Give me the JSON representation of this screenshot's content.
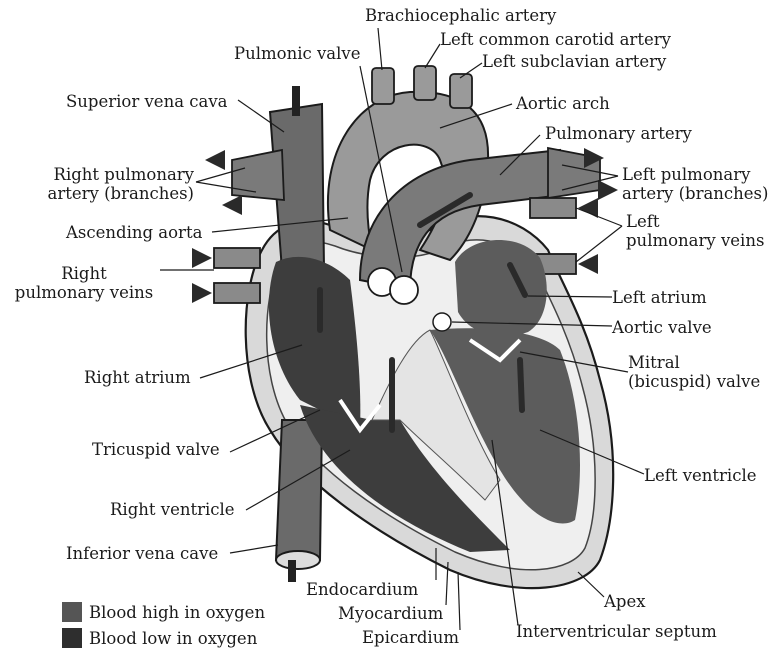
{
  "labels": {
    "brachiocephalic_artery": "Brachiocephalic artery",
    "left_common_carotid_artery": "Left common carotid artery",
    "pulmonic_valve": "Pulmonic valve",
    "left_subclavian_artery": "Left subclavian artery",
    "superior_vena_cava": "Superior vena cava",
    "aortic_arch": "Aortic arch",
    "pulmonary_artery": "Pulmonary artery",
    "right_pulmonary_artery_line1": "Right pulmonary",
    "right_pulmonary_artery_line2": "artery (branches)",
    "left_pulmonary_artery_line1": "Left pulmonary",
    "left_pulmonary_artery_line2": "artery (branches)",
    "ascending_aorta": "Ascending aorta",
    "left_pulmonary_veins_line1": "Left",
    "left_pulmonary_veins_line2": "pulmonary veins",
    "right_pulmonary_veins_line1": "Right",
    "right_pulmonary_veins_line2": "pulmonary veins",
    "left_atrium": "Left atrium",
    "aortic_valve": "Aortic valve",
    "right_atrium": "Right atrium",
    "mitral_valve_line1": "Mitral",
    "mitral_valve_line2": "(bicuspid) valve",
    "tricuspid_valve": "Tricuspid valve",
    "left_ventricle": "Left ventricle",
    "right_ventricle": "Right ventricle",
    "inferior_vena_cava": "Inferior vena cave",
    "endocardium": "Endocardium",
    "myocardium": "Myocardium",
    "apex": "Apex",
    "epicardium": "Epicardium",
    "interventricular_septum": "Interventricular septum"
  },
  "legend": [
    {
      "label": "Blood high in oxygen",
      "color": "#555555"
    },
    {
      "label": "Blood low in oxygen",
      "color": "#2e2e2e"
    }
  ],
  "colors": {
    "ink": "#1b1b1b",
    "vessel": "#777777",
    "chamber_oxy": "#5c5c5c",
    "chamber_deoxy": "#3d3d3d",
    "wall": "#d9d9d9",
    "wall_inner": "#eeeeee",
    "arrow": "#2a2a2a"
  }
}
